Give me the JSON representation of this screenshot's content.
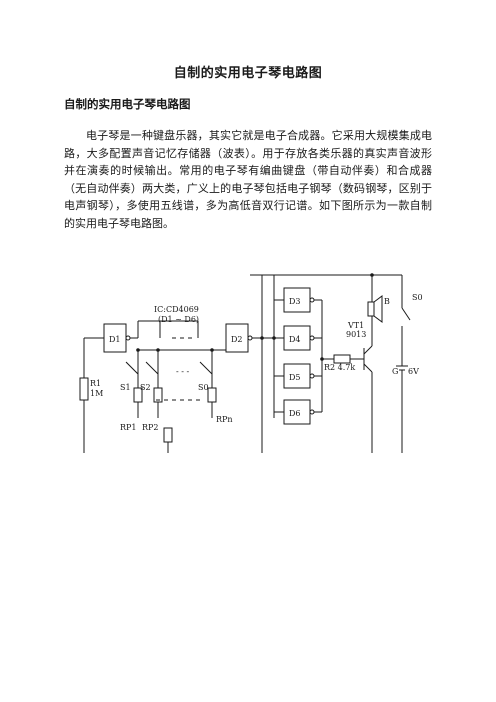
{
  "document": {
    "title": "自制的实用电子琴电路图",
    "subtitle": "自制的实用电子琴电路图",
    "paragraph": "电子琴是一种键盘乐器，其实它就是电子合成器。它采用大规模集成电路，大多配置声音记忆存储器（波表）。用于存放各类乐器的真实声音波形并在演奏的时候输出。常用的电子琴有编曲键盘（带自动伴奏）和合成器（无自动伴奏）两大类，广义上的电子琴包括电子钢琴（数码钢琴，区别于电声钢琴），多使用五线谱，多为高低音双行记谱。如下图所示为一款自制的实用电子琴电路图。"
  },
  "circuit": {
    "ic_label": "IC:CD4069",
    "ic_range": "(D1 ~ D6)",
    "gates": [
      "D1",
      "D2",
      "D3",
      "D4",
      "D5",
      "D6"
    ],
    "switches": [
      "S1",
      "S2",
      "S0"
    ],
    "dashes": "- - -",
    "resistors": {
      "r1": "R1",
      "r1_value": "1M",
      "r2": "R2  4.7k"
    },
    "pots": [
      "RP1",
      "RP2",
      "RPn"
    ],
    "transistor": [
      "VT1",
      "9013"
    ],
    "speaker": "B",
    "power_switch": "S0",
    "battery": "G",
    "battery_value": "6V"
  }
}
